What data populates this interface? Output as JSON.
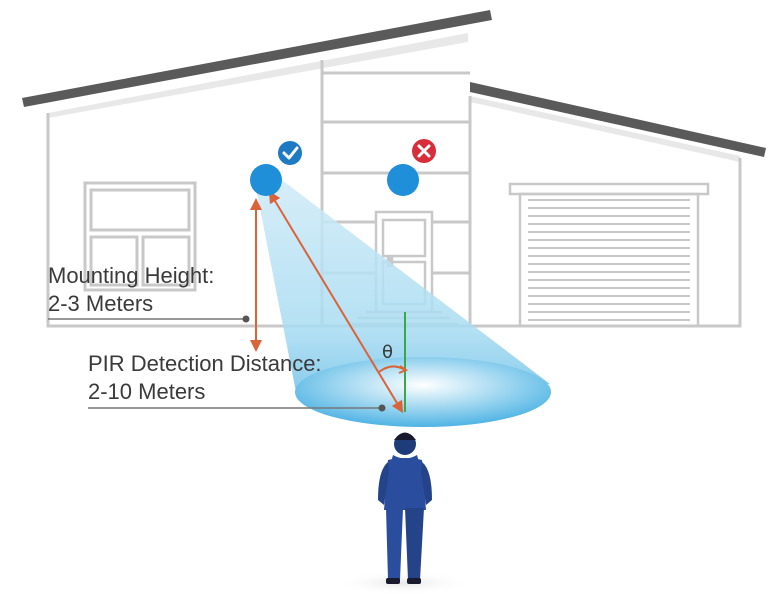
{
  "mounting_height": {
    "line1": "Mounting Height:",
    "line2": "2-3 Meters"
  },
  "pir_distance": {
    "line1": "PIR Detection Distance:",
    "line2": "2-10 Meters"
  },
  "angle_symbol": "θ",
  "icons": {
    "correct": "check-circle-icon",
    "incorrect": "cross-circle-icon"
  },
  "colors": {
    "sensor": "#1e8fd8",
    "beam": "#8fd0ee",
    "check_badge": "#1f7ac4",
    "cross_badge": "#d62e3a",
    "height_arrow": "#d9643a",
    "vertical_line": "#3aa84a",
    "person": "#2a4d9e",
    "house_line": "#c8c8c8",
    "roof": "#5a5a5a"
  }
}
